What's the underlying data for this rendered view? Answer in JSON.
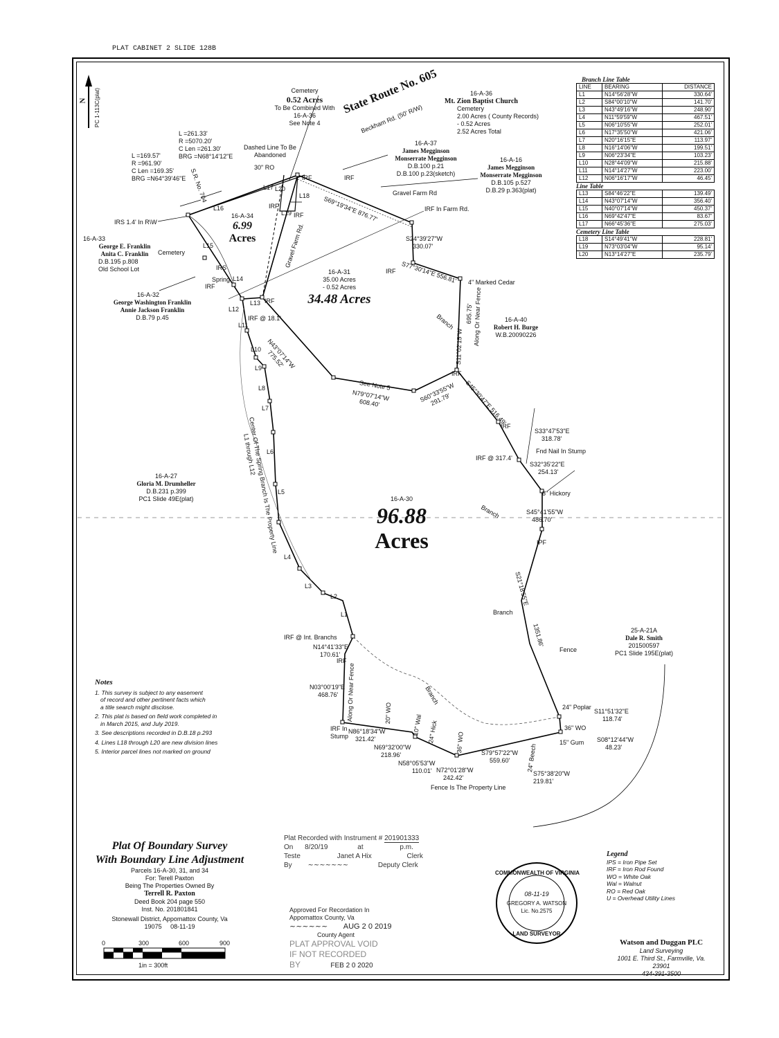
{
  "header": {
    "cabinet": "PLAT CABINET 2 SLIDE 128B"
  },
  "north": {
    "arrow_label": "N",
    "ref": "PC 1-113C(plat)"
  },
  "branch_table": {
    "title": "Branch Line Table",
    "headers": [
      "LINE",
      "BEARING",
      "DISTANCE"
    ],
    "rows": [
      [
        "L1",
        "N14°56'28\"W",
        "330.64'"
      ],
      [
        "L2",
        "S84°00'10\"W",
        "141.70'"
      ],
      [
        "L3",
        "N43°49'16\"W",
        "248.90'"
      ],
      [
        "L4",
        "N11°59'59\"W",
        "467.51'"
      ],
      [
        "L5",
        "N06°10'55\"W",
        "252.01'"
      ],
      [
        "L6",
        "N17°35'50\"W",
        "421.06'"
      ],
      [
        "L7",
        "N20°16'15\"E",
        "113.97'"
      ],
      [
        "L8",
        "N16°14'06\"W",
        "199.51'"
      ],
      [
        "L9",
        "N06°23'34\"E",
        "103.23'"
      ],
      [
        "L10",
        "N28°44'09\"W",
        "215.88'"
      ],
      [
        "L11",
        "N14°14'27\"W",
        "223.00'"
      ],
      [
        "L12",
        "N06°16'17\"W",
        "46.45'"
      ]
    ]
  },
  "line_table": {
    "title": "Line Table",
    "rows": [
      [
        "L13",
        "S84°46'22\"E",
        "139.49'"
      ],
      [
        "L14",
        "N43°07'14\"W",
        "356.40'"
      ],
      [
        "L15",
        "N40°07'14\"W",
        "450.37'"
      ],
      [
        "L16",
        "N69°42'47\"E",
        "83.67'"
      ],
      [
        "L17",
        "N66°45'36\"E",
        "275.03'"
      ]
    ]
  },
  "cemetery_table": {
    "title": "Cemetery Line Table",
    "rows": [
      [
        "L18",
        "S14°49'41\"W",
        "228.81'"
      ],
      [
        "L19",
        "N73°03'04\"W",
        "95.14'"
      ],
      [
        "L20",
        "N13°14'27\"E",
        "235.79'"
      ]
    ]
  },
  "parcels": {
    "cemetery": {
      "title": "Cemetery",
      "acres": "0.52 Acres",
      "l1": "To Be Combined With",
      "l2": "16-A-36",
      "l3": "See Note 4"
    },
    "road": {
      "name": "State Route No. 605",
      "sub": "Beckham Rd. (50' R/W)"
    },
    "mt_zion": {
      "id": "16-A-36",
      "name": "Mt. Zion Baptist Church",
      "l1": "Cemetery",
      "l2": "2.00 Acres ( County Records)",
      "l3": "- 0.52 Acres",
      "l4": "2.52 Acres Total"
    },
    "a37": {
      "id": "16-A-37",
      "name1": "James Megginson",
      "name2": "Monserrate Megginson",
      "l1": "D.B.100 p.21",
      "l2": "D.B.100 p.23(sketch)"
    },
    "a16": {
      "id": "16-A-16",
      "name1": "James Megginson",
      "name2": "Monserrate Megginson",
      "l1": "D.B.105 p.527",
      "l2": "D.B.29 p.363(plat)"
    },
    "a34": {
      "id": "16-A-34",
      "acres1": "6.99",
      "acres2": "Acres"
    },
    "a33": {
      "id": "16-A-33",
      "name1": "George E. Franklin",
      "name2": "Anita C. Franklin",
      "l1": "D.B.195 p.808",
      "l2": "Old School Lot"
    },
    "a32": {
      "id": "16-A-32",
      "name1": "George Washington Franklin",
      "name2": "Annie Jackson Franklin",
      "l1": "D.B.79 p.45"
    },
    "a31": {
      "id": "16-A-31",
      "l1": "35.00 Acres",
      "l2": "- 0.52 Acres",
      "acres": "34.48 Acres"
    },
    "a40": {
      "id": "16-A-40",
      "name": "Robert H. Burge",
      "l1": "W.B.20090226"
    },
    "a27": {
      "id": "16-A-27",
      "name": "Gloria M. Drumheller",
      "l1": "D.B.231 p.399",
      "l2": "PC1 Slide 49E(plat)"
    },
    "a30": {
      "id": "16-A-30",
      "acres1": "96.88",
      "acres2": "Acres"
    },
    "a21a": {
      "id": "25-A-21A",
      "name": "Dale R. Smith",
      "l1": "201500597",
      "l2": "PC1 Slide 195E(plat)"
    }
  },
  "curves": {
    "c1": [
      "L =261.33'",
      "R =5070.20'",
      "C Len =261.30'",
      "BRG =N68°14'12\"E"
    ],
    "c2": [
      "L =169.57'",
      "R =961.90'",
      "C Len =169.35'",
      "BRG =N64°39'46\"E"
    ]
  },
  "labels": {
    "dashed_line": "Dashed Line To Be",
    "abandoned": "Abandoned",
    "ro30": "30\" RO",
    "irf": "IRF",
    "irs": "IRS",
    "ipf": "IPF",
    "irs_rw": "IRS 1.4' In R\\W",
    "cemetery": "Cemetery",
    "spring": "Spring",
    "sr704": "S.R. No. 704",
    "gravel_farm_rd": "Gravel Farm Rd.",
    "gravel_farm_rd2": "Gravel Farm Rd",
    "irf_farm": "IRF In Farm Rd.",
    "cedar": "4\" Marked Cedar",
    "branch": "Branch",
    "along_fence": "Along Or Near Fence",
    "see_note5": "See Note 5",
    "irf_181": "IRF @ 18.1'",
    "irf_317": "IRF @ 317.4'",
    "nail": "Fnd Nail In Stump",
    "hickory": "8\" Hickory",
    "irf_branchs": "IRF @ Int. Branchs",
    "irf_stump1": "IRF In",
    "irf_stump2": "Stump",
    "fence": "Fence",
    "poplar": "24\" Poplar",
    "wo36": "36\" WO",
    "gum": "15\" Gum",
    "wo20": "20\" WO",
    "wal10": "10\" Wal",
    "hick24": "24\" Hick",
    "wo36b": "36\" WO",
    "beech24": "24\" Beech",
    "fence_line": "Fence Is The Property Line",
    "spring_branch": "Center Of The Spring Branch Is The Property Line",
    "l1_l12": "L1 through L12"
  },
  "bearings": {
    "b1": "S69°19'34\"E 876.77'",
    "b2": "S24°39'27\"W",
    "b2d": "330.07'",
    "b3": "S77°30'14\"E 556.81'",
    "b4": "N43°07'14\"W",
    "b4d": "775.52'",
    "b5": "695.75'",
    "b6": "S11°02'15\"W",
    "b7": "N79°07'14\"W",
    "b7d": "608.40'",
    "b8": "S60°33'55\"W",
    "b8d": "291.79'",
    "b9": "S45°30'47\"E 516.49'",
    "b10": "S33°47'53\"E",
    "b10d": "318.78'",
    "b11": "S32°35'22\"E",
    "b11d": "254.13'",
    "b12": "S45°41'55\"W",
    "b12d": "486.70'",
    "b13": "S21°18'55\"E",
    "b13d": "1351.86'",
    "b14": "N14°41'33\"E",
    "b14d": "170.61'",
    "b15": "N03°00'19\"E",
    "b15d": "468.76'",
    "b16": "N86°18'34\"W",
    "b16d": "321.42'",
    "b17": "N69°32'00\"W",
    "b17d": "218.96'",
    "b18": "N58°05'53\"W",
    "b18d": "110.01'",
    "b19": "N72°01'28\"W",
    "b19d": "242.42'",
    "b20": "S79°57'22\"W",
    "b20d": "559.60'",
    "b21": "S75°38'20\"W",
    "b21d": "219.81'",
    "b22": "S11°51'32\"E",
    "b22d": "118.74'",
    "b23": "S08°12'44\"W",
    "b23d": "48.23'"
  },
  "line_ids": [
    "L1",
    "L2",
    "L3",
    "L4",
    "L5",
    "L6",
    "L7",
    "L8",
    "L9",
    "L10",
    "L11",
    "L12",
    "L13",
    "L14",
    "L15",
    "L16",
    "L17",
    "L18",
    "L19",
    "L20"
  ],
  "notes": {
    "title": "Notes",
    "items": [
      "1. This survey is subject to any easement",
      "of record and other pertinent facts which",
      "a title search might disclose.",
      "2. This plat is based on field work completed in",
      "in March 2015, and July 2019.",
      "3. See descriptions recorded in D.B.18 p.293",
      "4. Lines L18 through L20 are new division lines",
      "5. Interior parcel lines not marked on ground"
    ]
  },
  "title_block": {
    "t1": "Plat Of Boundary Survey",
    "t2": "With Boundary Line Adjustment",
    "s1": "Parcels 16-A-30, 31, and 34",
    "s2": "For: Terell Paxton",
    "s3": "Being The Properties Owned By",
    "owner": "Terrell R. Paxton",
    "s4": "Deed Book 204 page 550",
    "s5": "Inst. No. 201801841",
    "s6": "Stonewall District, Appomattox County, Va",
    "job": "19075",
    "date": "08-11-19"
  },
  "scale": {
    "ticks": [
      "0",
      "300",
      "600",
      "900"
    ],
    "label": "1in = 300ft"
  },
  "recording": {
    "l1": "Plat Recorded with Instrument #",
    "inst": "201901333",
    "on": "On",
    "on_date": "8/20/19",
    "at": "at",
    "pm": "p.m.",
    "teste": "Teste",
    "clerk_name": "Janet A Hix",
    "clerk": "Clerk",
    "by": "By",
    "deputy": "Deputy Clerk"
  },
  "approval": {
    "l1": "Approved For Recordation In",
    "l2": "Appomattox County, Va",
    "date": "AUG 2 0 2019",
    "agent": "County Agent",
    "void1": "PLAT APPROVAL VOID",
    "void2": "IF NOT RECORDED",
    "by": "BY",
    "void_date": "FEB 2 0 2020"
  },
  "seal": {
    "ring1": "COMMONWEALTH OF VIRGINIA",
    "ring2": "LAND SURVEYOR",
    "name": "GREGORY A. WATSON",
    "lic": "Lic. No.2575",
    "date": "08-11-19"
  },
  "legend": {
    "title": "Legend",
    "items": [
      "IPS = Iron Pipe Set",
      "IRF = Iron Rod Found",
      "WO = White Oak",
      "Wal = Walnut",
      "RO = Red Oak",
      "U = Overhead Utility Lines"
    ]
  },
  "firm": {
    "name": "Watson and Duggan PLC",
    "l1": "Land Surveying",
    "l2": "1001 E. Third St., Farmville, Va. 23901",
    "l3": "434-391-3500"
  }
}
